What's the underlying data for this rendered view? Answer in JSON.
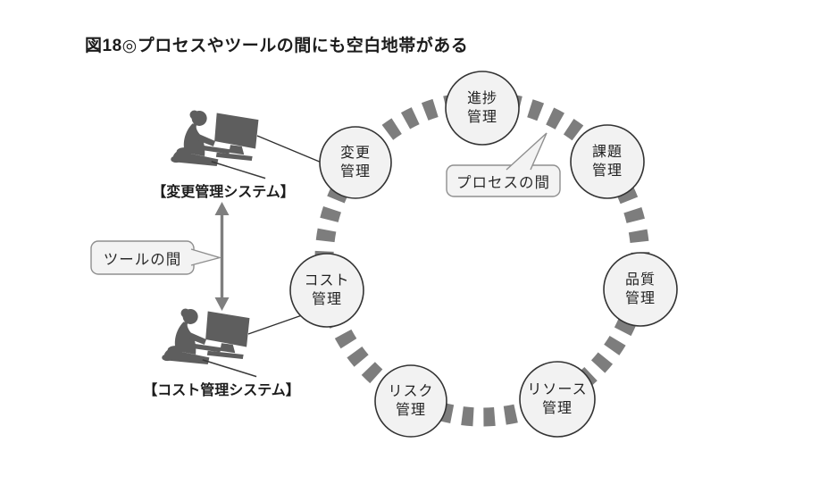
{
  "title": "図18◎プロセスやツールの間にも空白地帯がある",
  "diagram": {
    "type": "process-ring",
    "nodes": [
      {
        "id": "progress",
        "label": "進捗\n管理"
      },
      {
        "id": "issue",
        "label": "課題\n管理"
      },
      {
        "id": "quality",
        "label": "品質\n管理"
      },
      {
        "id": "resource",
        "label": "リソース\n管理"
      },
      {
        "id": "risk",
        "label": "リスク\n管理"
      },
      {
        "id": "cost",
        "label": "コスト\n管理"
      },
      {
        "id": "change",
        "label": "変更\n管理"
      }
    ],
    "callouts": {
      "process_gap": "プロセスの間",
      "tool_gap": "ツールの間"
    },
    "systems": {
      "change_label": "【変更管理システム】",
      "cost_label": "【コスト管理システム】"
    },
    "colors": {
      "ring_dash": "#7d7d7d",
      "node_fill": "#f2f2f2",
      "node_stroke": "#333333",
      "silhouette": "#5e5e5e",
      "arrow": "#7f7f7f",
      "callout_fill": "#f3f3f3",
      "callout_stroke": "#8f8f8f",
      "text": "#1f1f1f"
    }
  }
}
